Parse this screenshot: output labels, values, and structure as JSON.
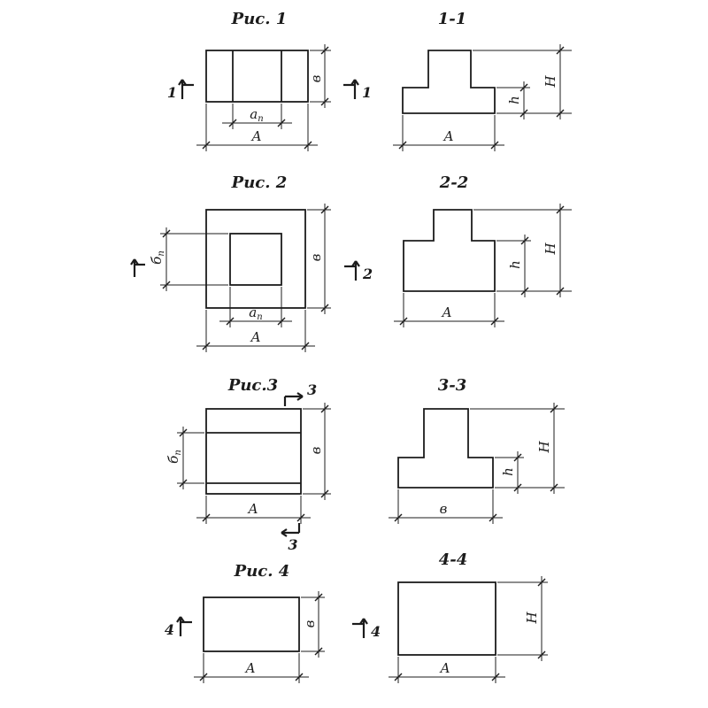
{
  "colors": {
    "ink": "#1c1c1c",
    "paper": "#ffffff"
  },
  "fig1": {
    "title": "Рис. 1",
    "mark": "1",
    "plan": {
      "dim_ap_main": "а",
      "dim_ap_sub": "п",
      "dim_A": "А",
      "dim_B": "в"
    },
    "section": {
      "title": "1-1",
      "dim_A": "А",
      "dim_h": "h",
      "dim_H": "H"
    }
  },
  "fig2": {
    "title": "Рис. 2",
    "mark": "2",
    "plan": {
      "dim_bp_main": "б",
      "dim_bp_sub": "п",
      "dim_ap_main": "а",
      "dim_ap_sub": "п",
      "dim_A": "А",
      "dim_B": "в"
    },
    "section": {
      "title": "2-2",
      "dim_A": "А",
      "dim_h": "h",
      "dim_H": "H"
    }
  },
  "fig3": {
    "title": "Рис.3",
    "mark": "3",
    "plan": {
      "dim_bp_main": "б",
      "dim_bp_sub": "п",
      "dim_A": "А",
      "dim_B": "в"
    },
    "section": {
      "title": "3-3",
      "dim_B": "в",
      "dim_h": "h",
      "dim_H": "H"
    }
  },
  "fig4": {
    "title": "Рис. 4",
    "mark": "4",
    "plan": {
      "dim_A": "А",
      "dim_B": "в"
    },
    "section": {
      "title": "4-4",
      "dim_A": "А",
      "dim_H": "H"
    }
  }
}
